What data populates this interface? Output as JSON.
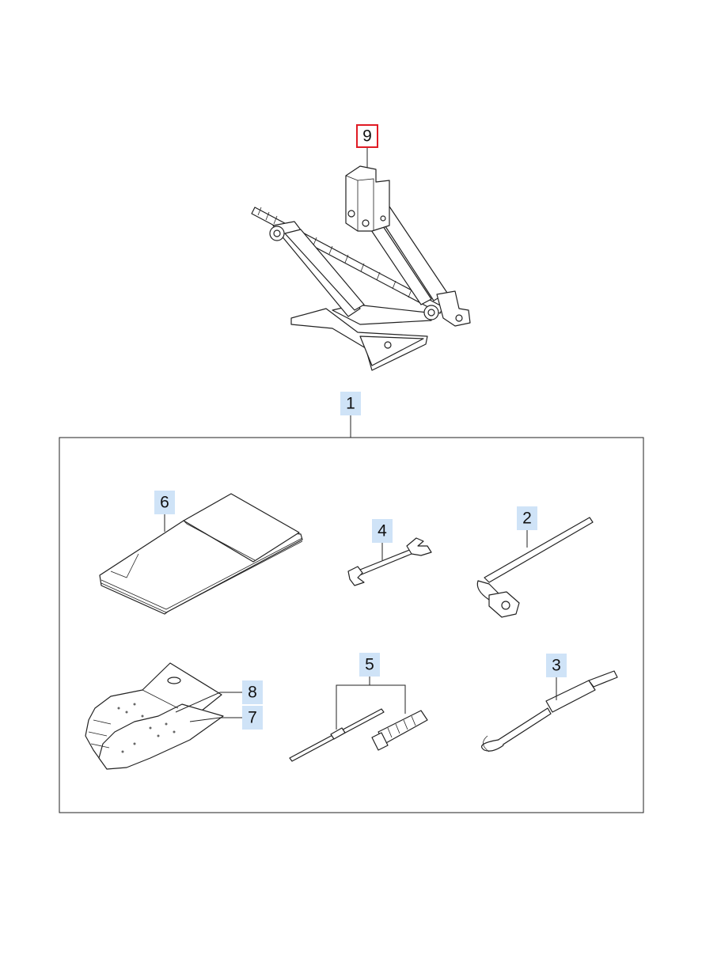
{
  "callouts": {
    "jack": "9",
    "kit": "1",
    "tool_bag": "6",
    "wrench": "4",
    "wheel_wrench": "2",
    "glove_a": "8",
    "glove_b": "7",
    "screwdriver_set": "5",
    "jack_handle": "3"
  },
  "selected_callout": "9",
  "colors": {
    "callout_fill": "#cfe3f7",
    "selected_outline": "#e01b24",
    "line": "#222222"
  }
}
